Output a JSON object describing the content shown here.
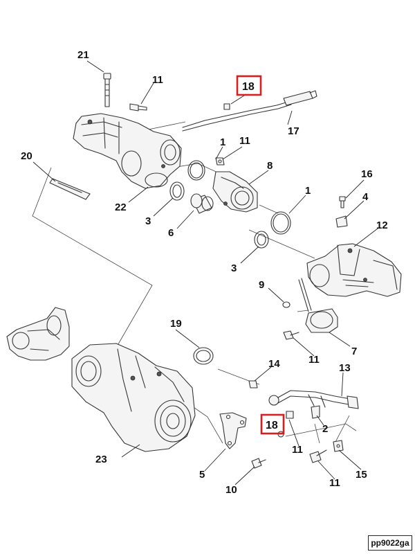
{
  "diagram_ref": "pp9022ga",
  "colors": {
    "highlight": "#d81e1e",
    "line": "#333333"
  },
  "callouts": {
    "c21": "21",
    "c11a": "11",
    "c18a": "18",
    "c17": "17",
    "c20": "20",
    "c1a": "1",
    "c11b": "11",
    "c8": "8",
    "c22": "22",
    "c3a": "3",
    "c6": "6",
    "c16": "16",
    "c1b": "1",
    "c4": "4",
    "c12": "12",
    "c3b": "3",
    "c9": "9",
    "c7": "7",
    "c11c": "11",
    "c19": "19",
    "c14": "14",
    "c13": "13",
    "c18b": "18",
    "c2": "2",
    "c11d": "11",
    "c23": "23",
    "c5": "5",
    "c15": "15",
    "c11e": "11",
    "c10": "10"
  }
}
